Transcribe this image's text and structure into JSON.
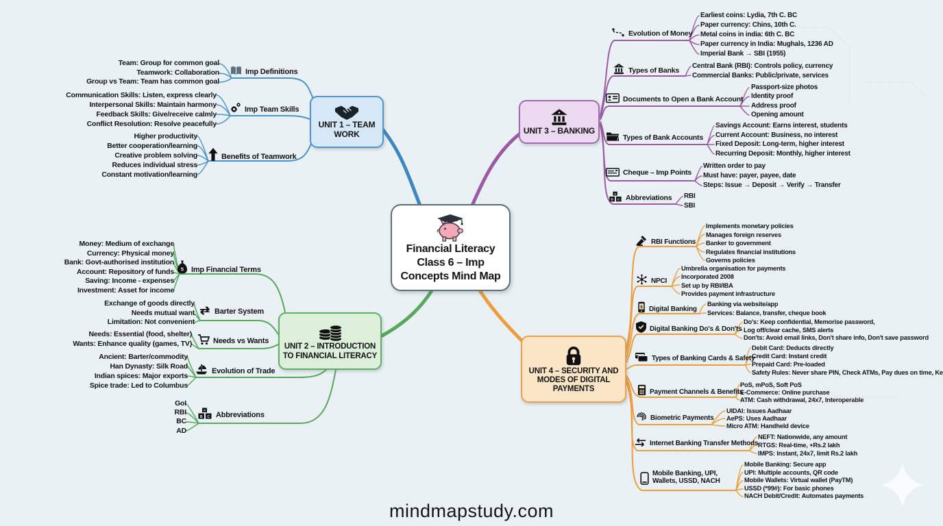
{
  "center": {
    "title": "Financial Literacy Class 6 – Imp Concepts Mind Map",
    "icon": "piggy-bank-graduation-icon"
  },
  "watermark": "mindmapstudy.com",
  "units": [
    {
      "title": "UNIT 1 – TEAM WORK",
      "icon": "handshake-icon",
      "accent": "#4b93c9",
      "fill": "#d6e8f6",
      "branches": [
        {
          "label": "Imp Definitions",
          "icon": "book-icon",
          "details": [
            "Team: Group for common goal",
            "Teamwork: Collaboration",
            "Group vs Team: Team has common goal"
          ]
        },
        {
          "label": "Imp Team Skills",
          "icon": "gears-icon",
          "details": [
            "Communication Skills: Listen, express clearly",
            "Interpersonal Skills: Maintain harmony",
            "Feedback Skills: Give/receive calmly",
            "Conflict Resolution: Resolve peacefully"
          ]
        },
        {
          "label": "Benefits of Teamwork",
          "icon": "up-arrow-icon",
          "details": [
            "Higher productivity",
            "Better cooperation/learning",
            "Creative problem solving",
            "Reduces individual stress",
            "Constant motivation/learning"
          ]
        }
      ]
    },
    {
      "title": "UNIT 2 – INTRODUCTION TO FINANCIAL LITERACY",
      "icon": "coins-icon",
      "accent": "#57a75c",
      "fill": "#dcefda",
      "branches": [
        {
          "label": "Imp Financial Terms",
          "icon": "money-bag-icon",
          "details": [
            "Money: Medium of exchange",
            "Currency: Physical money",
            "Bank: Govt-authorised institution",
            "Account: Repository of funds",
            "Saving: Income - expenses",
            "Investment: Asset for income"
          ]
        },
        {
          "label": "Barter System",
          "icon": "exchange-arrows-icon",
          "details": [
            "Exchange of goods directly",
            "Needs mutual want",
            "Limitation: Not convenient"
          ]
        },
        {
          "label": "Needs vs Wants",
          "icon": "shopping-cart-icon",
          "details": [
            "Needs: Essential (food, shelter)",
            "Wants: Enhance quality (games, TV)"
          ]
        },
        {
          "label": "Evolution of Trade",
          "icon": "ship-icon",
          "details": [
            "Ancient: Barter/commodity",
            "Han Dynasty: Silk Road",
            "Indian spices: Major exports",
            "Spice trade: Led to Columbus"
          ]
        },
        {
          "label": "Abbreviations",
          "icon": "letter-blocks-icon",
          "details": [
            "GoI",
            "RBI",
            "BC",
            "AD"
          ]
        }
      ]
    },
    {
      "title": "UNIT 3 – BANKING",
      "icon": "bank-icon",
      "accent": "#9c5aa5",
      "fill": "#ead9f0",
      "branches": [
        {
          "label": "Evolution of Money",
          "icon": "timeline-icon",
          "details": [
            "Earliest coins: Lydia, 7th C. BC",
            "Paper currency: Chins, 10th C.",
            "Metal coins in india: 6th C. BC",
            "Paper currency in India: Mughals, 1236 AD",
            "Imperial Bank → SBI (1955)"
          ]
        },
        {
          "label": "Types of Banks",
          "icon": "bank-icon",
          "details": [
            "Central Bank (RBI): Controls policy, currency",
            "Commercial Banks: Public/private, services"
          ]
        },
        {
          "label": "Documents to Open a Bank Account",
          "icon": "id-card-icon",
          "details": [
            "Passport-size photos",
            "Identity proof",
            "Address proof",
            "Opening amount"
          ]
        },
        {
          "label": "Types of Bank Accounts",
          "icon": "folder-icon",
          "details": [
            "Savings Account: Earns interest, students",
            "Current Account: Business, no interest",
            "Fixed Deposit: Long-term, higher interest",
            "Recurring Deposit: Monthly, higher interest"
          ]
        },
        {
          "label": "Cheque – Imp Points",
          "icon": "cheque-icon",
          "details": [
            "Written order to pay",
            "Must have: payer, payee, date",
            "Steps: Issue → Deposit → Verify → Transfer"
          ]
        },
        {
          "label": "Abbreviations",
          "icon": "letter-blocks-icon",
          "details": [
            "RBI",
            "SBI"
          ]
        }
      ]
    },
    {
      "title": "UNIT 4 – SECURITY AND MODES OF DIGITAL PAYMENTS",
      "icon": "padlock-icon",
      "accent": "#ec9d3f",
      "fill": "#fae6c6",
      "branches": [
        {
          "label": "RBI Functions",
          "icon": "gavel-icon",
          "details": [
            "Implements monetary policies",
            "Manages foreign reserves",
            "Banker to government",
            "Regulates financial institutions",
            "Governs policies"
          ]
        },
        {
          "label": "NPCI",
          "icon": "network-icon",
          "details": [
            "Umbrella organisation for payments",
            "Incorporated 2008",
            "Set up by RBI/IBA",
            "Provides payment infrastructure"
          ]
        },
        {
          "label": "Digital Banking",
          "icon": "mobile-banking-icon",
          "details": [
            "Banking via website/app",
            "Services: Balance, transfer, cheque book"
          ]
        },
        {
          "label": "Digital Banking Do's & Don'ts",
          "icon": "shield-check-icon",
          "details": [
            "Do's: Keep confidential, Memorise password,",
            "Log off/clear cache, SMS alerts",
            "Don'ts: Avoid email links, Don't share info, Don't save password"
          ]
        },
        {
          "label": "Types of Banking Cards & Safety",
          "icon": "bank-cards-icon",
          "details": [
            "Debit Card: Deducts directly",
            "Credit Card: Instant credit",
            "Prepaid Card: Pre-loaded",
            "Safety Rules: Never share PIN, Check ATMs, Pay dues on time, Keep safe"
          ]
        },
        {
          "label": "Payment Channels & Benefits",
          "icon": "pos-terminal-icon",
          "details": [
            "PoS, mPoS, Soft PoS",
            "E-Commerce: Online purchase",
            "ATM: Cash withdrawal, 24x7, Interoperable"
          ]
        },
        {
          "label": "Biometric Payments",
          "icon": "fingerprint-icon",
          "details": [
            "UIDAI: Issues Aadhaar",
            "AePS: Uses Aadhaar",
            "Micro ATM: Handheld device"
          ]
        },
        {
          "label": "Internet Banking Transfer Methods",
          "icon": "transfer-arrows-icon",
          "details": [
            "NEFT: Nationwide, any amount",
            "RTGS: Real-time, +Rs.2 lakh",
            "IMPS: Instant, 24x7, limit Rs.2 lakh"
          ]
        },
        {
          "label": "Mobile Banking, UPI, Wallets, USSD, NACH",
          "icon": "mobile-phone-icon",
          "details": [
            "Mobile Banking: Secure app",
            "UPI: Multiple accounts, QR code",
            "Mobile Wallets: Virtual wallet (PayTM)",
            "USSD (*99#): For basic phones",
            "NACH Debit/Credit: Automates payments"
          ]
        }
      ]
    }
  ]
}
